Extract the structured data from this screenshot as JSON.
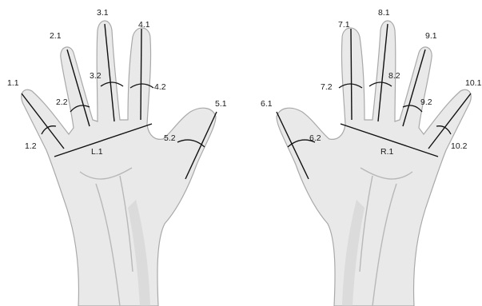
{
  "labels": {
    "l_1_1": "1.1",
    "l_1_2": "1.2",
    "l_2_1": "2.1",
    "l_2_2": "2.2",
    "l_3_1": "3.1",
    "l_3_2": "3.2",
    "l_4_1": "4.1",
    "l_4_2": "4.2",
    "l_5_1": "5.1",
    "l_5_2": "5.2",
    "l_L": "L.1",
    "l_6_1": "6.1",
    "l_6_2": "6.2",
    "l_7_1": "7.1",
    "l_7_2": "7.2",
    "l_8_1": "8.1",
    "l_8_2": "8.2",
    "l_9_1": "9.1",
    "l_9_2": "9.2",
    "l_10_1": "10.1",
    "l_10_2": "10.2",
    "l_R": "R.1"
  }
}
